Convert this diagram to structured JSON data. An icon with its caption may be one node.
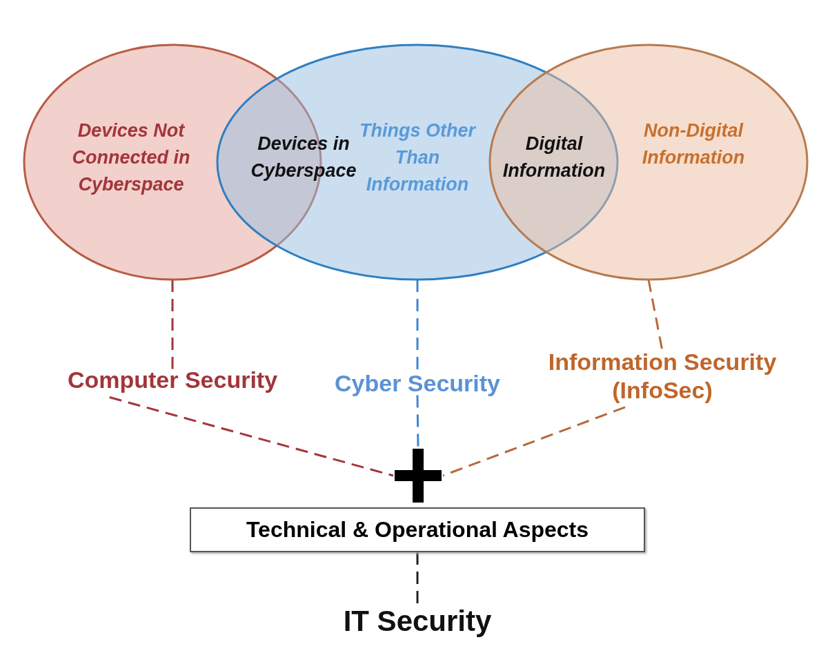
{
  "diagram": {
    "nodes": [
      {
        "text": [
          "Devices Not Connected in Cyberspace"
        ]
      },
      {
        "text": [
          "Things Other Than Information"
        ]
      },
      {
        "text": [
          "Non-Digital Information"
        ]
      },
      {
        "text": [
          "Computer Security"
        ]
      },
      {
        "text": [
          "Cyber Security"
        ]
      },
      {
        "text": [
          "Information Security (InfoSec)"
        ]
      },
      {
        "text": [],
        "shape": "cross"
      },
      {
        "text": [
          "Technical & Operational Aspects"
        ]
      },
      {
        "text": [
          "IT Security"
        ]
      }
    ],
    "edges": [
      {
        "from": 0,
        "to": 3,
        "arrow": "none",
        "style": "dashed",
        "color": "#a3353a"
      },
      {
        "from": 1,
        "to": 4,
        "arrow": "none",
        "style": "dashed",
        "color": "#3f86d0"
      },
      {
        "from": 2,
        "to": 5,
        "arrow": "none",
        "style": "dashed",
        "color": "#b8683a"
      },
      {
        "from": 3,
        "to": 6,
        "arrow": "none",
        "style": "dashed",
        "color": "#a3353a"
      },
      {
        "from": 4,
        "to": 6,
        "arrow": "none",
        "style": "dashed",
        "color": "#3f86d0"
      },
      {
        "from": 5,
        "to": 6,
        "arrow": "none",
        "style": "dashed",
        "color": "#b8683a"
      },
      {
        "from": 7,
        "to": 8,
        "arrow": "none",
        "style": "dashed",
        "color": "#222222"
      }
    ],
    "labels": [
      "Devices in Cyberspace",
      "Digital Information"
    ]
  }
}
